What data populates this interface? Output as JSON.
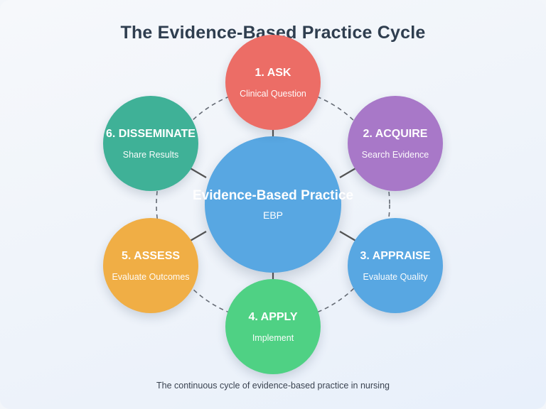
{
  "title": "The Evidence-Based Practice Cycle",
  "caption": "The continuous cycle of evidence-based practice in nursing",
  "center": {
    "label": "Evidence-Based Practice",
    "sublabel": "EBP",
    "color": "#58a7e2"
  },
  "steps": [
    {
      "label": "1. ASK",
      "sublabel": "Clinical Question",
      "color": "#ec6d66"
    },
    {
      "label": "2. ACQUIRE",
      "sublabel": "Search Evidence",
      "color": "#a878c8"
    },
    {
      "label": "3. APPRAISE",
      "sublabel": "Evaluate Quality",
      "color": "#58a7e2"
    },
    {
      "label": "4. APPLY",
      "sublabel": "Implement",
      "color": "#4fd184"
    },
    {
      "label": "5. ASSESS",
      "sublabel": "Evaluate Outcomes",
      "color": "#f0ae45"
    },
    {
      "label": "6. DISSEMINATE",
      "sublabel": "Share Results",
      "color": "#3fb197"
    }
  ]
}
